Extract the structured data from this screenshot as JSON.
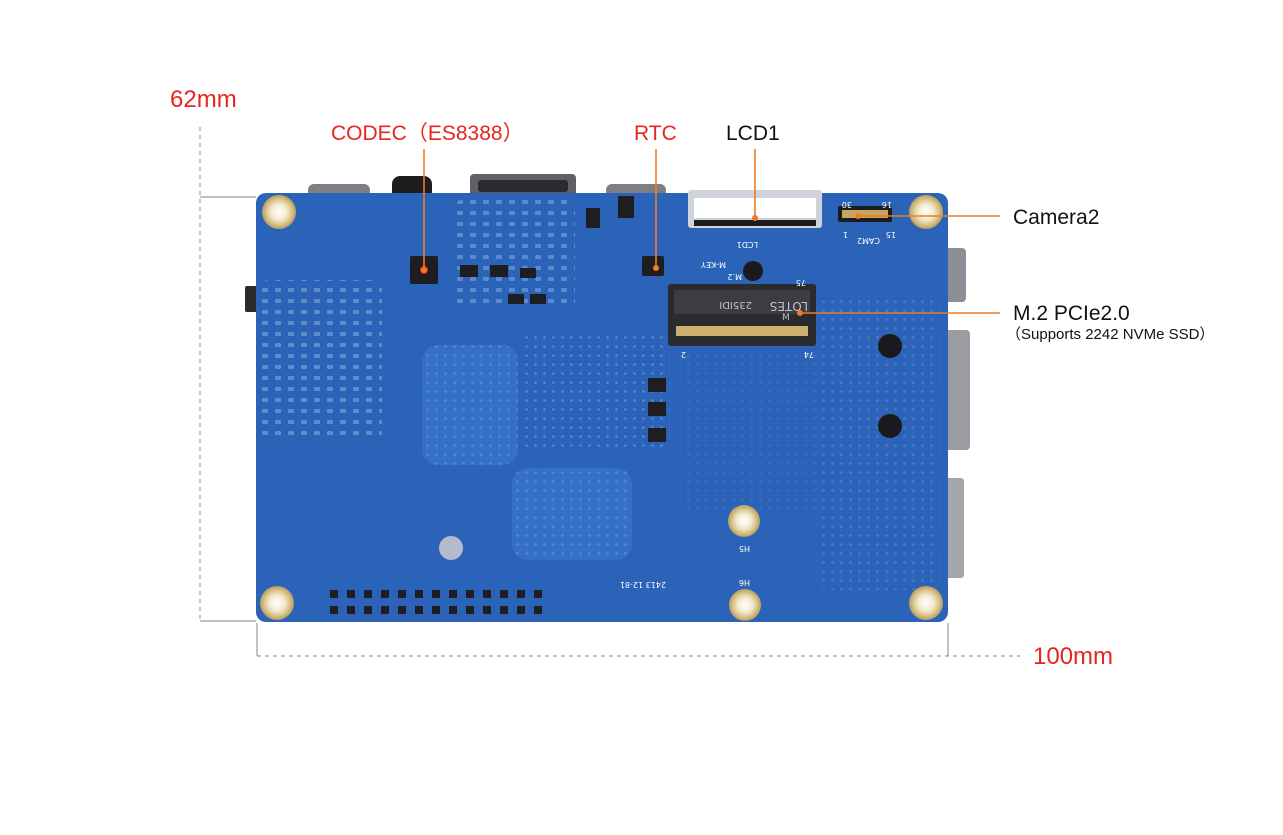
{
  "dimensions": {
    "height": "62mm",
    "width": "100mm"
  },
  "callouts": {
    "codec": "CODEC（ES8388）",
    "rtc": "RTC",
    "lcd1": "LCD1",
    "camera2": "Camera2",
    "m2": "M.2 PCIe2.0",
    "m2_sub": "（Supports 2242 NVMe SSD）"
  },
  "silkscreen": {
    "lcd_conn": "LCD1",
    "cam_conn": "CAM2",
    "m2_key": "M-KEY",
    "m2_name": "M.2",
    "slot_brand": "LOTES",
    "slot_code": "235IDI",
    "slot_m": "M",
    "pin_30": "30",
    "pin_16": "16",
    "pin_15": "15",
    "pin_1": "1",
    "pin_2": "2",
    "pin_74": "74",
    "pin_75": "75",
    "hole_h5": "H5",
    "hole_h6": "H6",
    "board_date": "2413 12-81"
  },
  "colors": {
    "accent_red": "#e8251d",
    "board_blue": "#2b63b8",
    "leader_orange": "#f07a28",
    "dimension_gray": "#9a9a9a"
  }
}
